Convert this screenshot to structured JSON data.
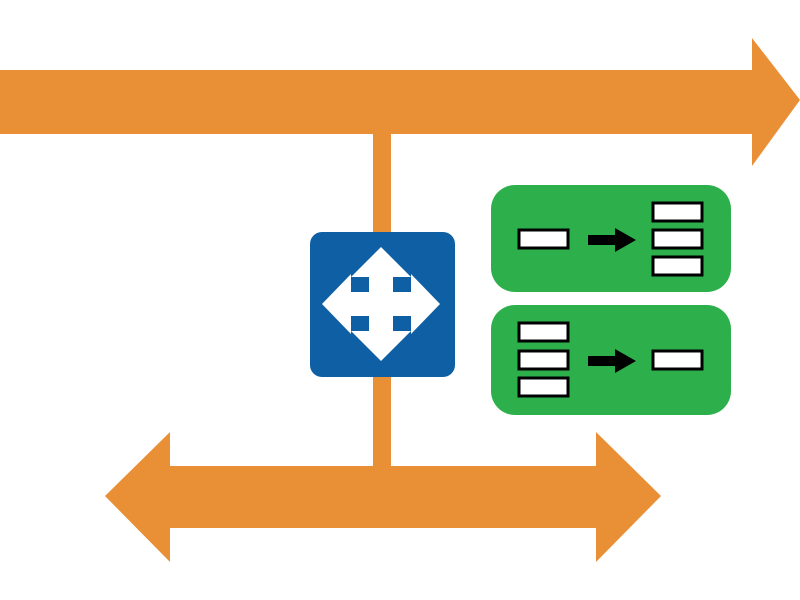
{
  "diagram": {
    "colors": {
      "bus": "#e98f35",
      "router": "#0e5fa3",
      "router_icon": "#ffffff",
      "panel": "#2db04b",
      "box_fill": "#ffffff",
      "box_stroke": "#000000",
      "arrow": "#000000",
      "background": "#ffffff"
    },
    "icons": {
      "upper_bus": "double-headed-arrow",
      "lower_bus": "double-headed-arrow",
      "router": "four-way-arrow",
      "top_panel": "one-to-many",
      "bottom_panel": "many-to-one"
    }
  }
}
